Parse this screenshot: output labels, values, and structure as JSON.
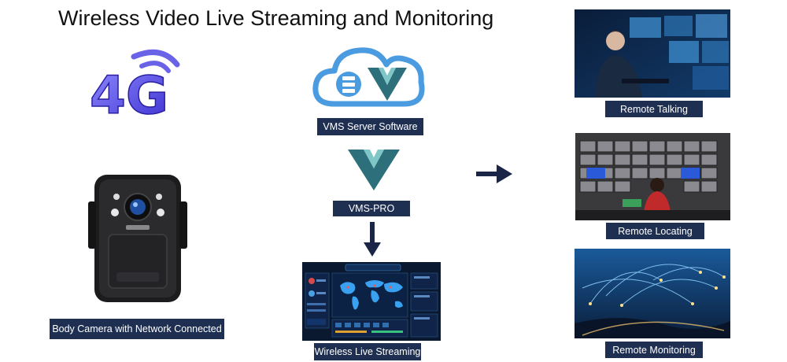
{
  "title": "Wireless Video Live Streaming and Monitoring",
  "camera": {
    "label": "Body Camera with Network Connected"
  },
  "network": {
    "badge": "4G"
  },
  "server": {
    "label": "VMS Server Software"
  },
  "vms_pro": {
    "label": "VMS-PRO"
  },
  "streaming": {
    "label": "Wireless Live Streaming"
  },
  "outputs": [
    {
      "label": "Remote Talking",
      "icon": "operator-workstation-photo"
    },
    {
      "label": "Remote Locating",
      "icon": "video-wall-control-room-photo"
    },
    {
      "label": "Remote Monitoring",
      "icon": "city-network-night-photo"
    }
  ],
  "colors": {
    "label_bg": "#1e2f52",
    "arrow": "#1a2547",
    "cloud_blue": "#4a9be0",
    "v_teal": "#2d6f7a",
    "v_light": "#7fc6c7",
    "badge_4g": "#5a4fe0"
  }
}
